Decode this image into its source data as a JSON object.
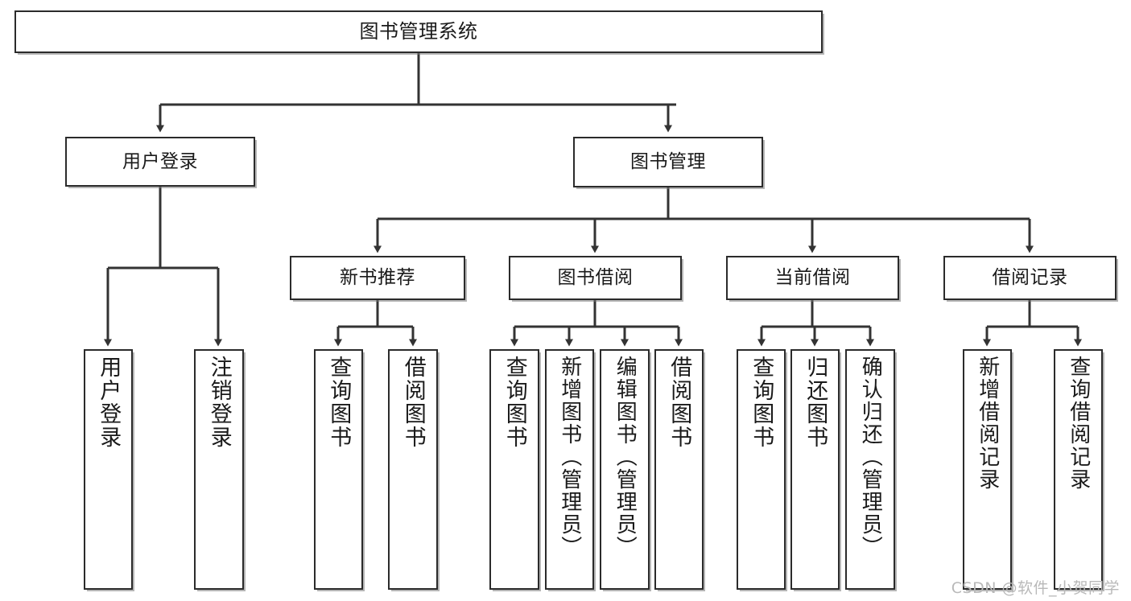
{
  "diagram": {
    "title": "图书管理系统",
    "type": "tree-hierarchy-chart",
    "colors": {
      "box_border": "#2b2b2b",
      "box_fill": "#ffffff",
      "edge": "#333333",
      "background": "#ffffff",
      "watermark": "#b9b9b9"
    },
    "nodes": {
      "root": {
        "label": "图书管理系统"
      },
      "level2": [
        {
          "label": "用户登录"
        },
        {
          "label": "图书管理"
        }
      ],
      "level3": [
        {
          "label": "新书推荐"
        },
        {
          "label": "图书借阅"
        },
        {
          "label": "当前借阅"
        },
        {
          "label": "借阅记录"
        }
      ],
      "leaves": {
        "user_login": [
          {
            "label": "用户登录"
          },
          {
            "label": "注销登录"
          }
        ],
        "new_book_recommend": [
          {
            "label": "查询图书"
          },
          {
            "label": "借阅图书"
          }
        ],
        "book_borrow": [
          {
            "label": "查询图书"
          },
          {
            "label": "新增图书（管理员）"
          },
          {
            "label": "编辑图书（管理员）"
          },
          {
            "label": "借阅图书"
          }
        ],
        "current_borrow": [
          {
            "label": "查询图书"
          },
          {
            "label": "归还图书"
          },
          {
            "label": "确认归还（管理员）"
          }
        ],
        "borrow_record": [
          {
            "label": "新增借阅记录"
          },
          {
            "label": "查询借阅记录"
          }
        ]
      }
    },
    "watermark": "CSDN @软件_小贺同学"
  }
}
